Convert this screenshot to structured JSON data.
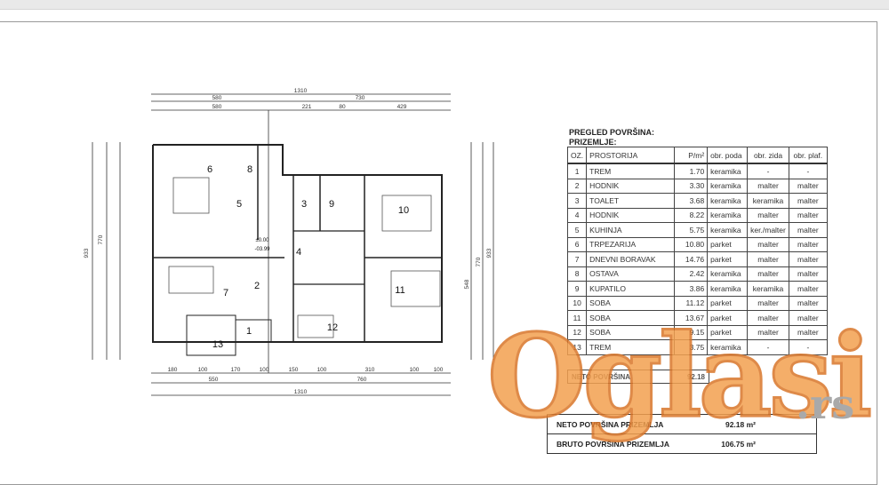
{
  "plan": {
    "top_dims": {
      "total": "1310",
      "row2": [
        "580",
        "730"
      ],
      "row3": [
        "580",
        "221",
        "80",
        "429"
      ]
    },
    "bottom_dims": {
      "row1": [
        "180",
        "100",
        "170",
        "100",
        "150",
        "100",
        "310",
        "100",
        "100"
      ],
      "row2": [
        "550",
        "760"
      ],
      "total": "1310"
    },
    "side_dims": {
      "left_total": "933",
      "left_inner": "770",
      "right_total": "933",
      "right_inner": "770",
      "right_part": "548"
    },
    "room_numbers": [
      "1",
      "2",
      "3",
      "4",
      "5",
      "6",
      "7",
      "8",
      "9",
      "10",
      "11",
      "12",
      "13"
    ],
    "levels": [
      "±0.00",
      "-03.99"
    ]
  },
  "table": {
    "title": "PREGLED POVRŠINA:",
    "subtitle": "PRIZEMLJE:",
    "headers": [
      "OZ.",
      "PROSTORIJA",
      "P/m²",
      "obr. poda",
      "obr. zida",
      "obr. plaf."
    ],
    "rows": [
      [
        "1",
        "TREM",
        "1.70",
        "keramika",
        "-",
        "-"
      ],
      [
        "2",
        "HODNIK",
        "3.30",
        "keramika",
        "malter",
        "malter"
      ],
      [
        "3",
        "TOALET",
        "3.68",
        "keramika",
        "keramika",
        "malter"
      ],
      [
        "4",
        "HODNIK",
        "8.22",
        "keramika",
        "malter",
        "malter"
      ],
      [
        "5",
        "KUHINJA",
        "5.75",
        "keramika",
        "ker./malter",
        "malter"
      ],
      [
        "6",
        "TRPEZARIJA",
        "10.80",
        "parket",
        "malter",
        "malter"
      ],
      [
        "7",
        "DNEVNI BORAVAK",
        "14.76",
        "parket",
        "malter",
        "malter"
      ],
      [
        "8",
        "OSTAVA",
        "2.42",
        "keramika",
        "malter",
        "malter"
      ],
      [
        "9",
        "KUPATILO",
        "3.86",
        "keramika",
        "keramika",
        "malter"
      ],
      [
        "10",
        "SOBA",
        "11.12",
        "parket",
        "malter",
        "malter"
      ],
      [
        "11",
        "SOBA",
        "13.67",
        "parket",
        "malter",
        "malter"
      ],
      [
        "12",
        "SOBA",
        "9.15",
        "parket",
        "malter",
        "malter"
      ],
      [
        "13",
        "TREM",
        "3.75",
        "keramika",
        "-",
        "-"
      ]
    ],
    "neto_label": "NETO POVRŠINA",
    "neto_value": "92.18"
  },
  "totals": {
    "neto_label": "NETO POVRŠINA  PRIZEMLJA",
    "neto_value": "92.18 m²",
    "bruto_label": "BRUTO POVRŠINA  PRIZEMLJA",
    "bruto_value": "106.75 m²"
  },
  "watermark": {
    "text": "Oglasi",
    "suffix": ".rs",
    "color": "#f3a04f"
  }
}
